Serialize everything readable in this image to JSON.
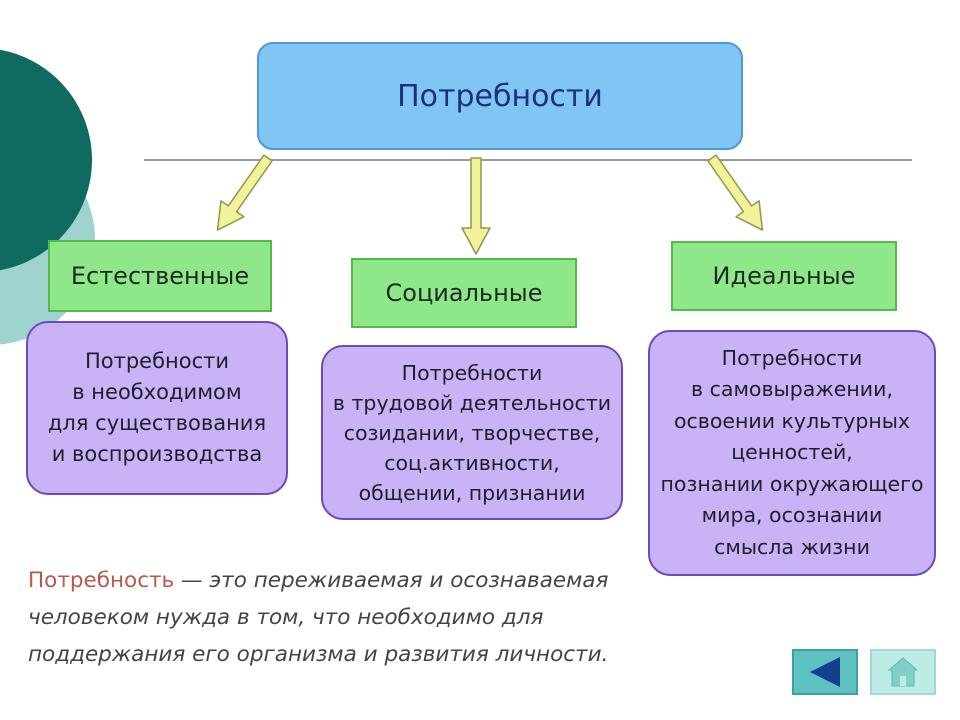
{
  "root": {
    "label": "Потребности"
  },
  "categories": [
    {
      "label": "Естественные"
    },
    {
      "label": "Социальные"
    },
    {
      "label": "Идеальные"
    }
  ],
  "descriptions": [
    {
      "lines": [
        "Потребности",
        "в необходимом",
        "для существования",
        "и воспроизводства"
      ]
    },
    {
      "lines": [
        "Потребности",
        "в трудовой деятельности",
        "созидании, творчестве,",
        "соц.активности,",
        "общении, признании"
      ]
    },
    {
      "lines": [
        "Потребности",
        "в самовыражении,",
        "освоении культурных",
        "ценностей,",
        "познании окружающего",
        "мира, осознании",
        "смысла жизни"
      ]
    }
  ],
  "definition": {
    "term": "Потребность",
    "text": " — это переживаемая и осознаваемая человеком нужда в том, что необходимо для поддержания его организма и развития личности."
  },
  "navigation": {
    "back_icon": "triangle-left-icon",
    "home_icon": "house-icon"
  },
  "colors": {
    "root_fill": "#80c6f4",
    "category_fill": "#8ee88a",
    "description_fill": "#c9b2f5",
    "arrow_fill": "#f2f29a",
    "decor_dark": "#0f6a60",
    "decor_light": "#9fd3cf",
    "nav_back": "#5fc2c2",
    "nav_home": "#bdebe6",
    "term_color": "#b45a4e"
  }
}
